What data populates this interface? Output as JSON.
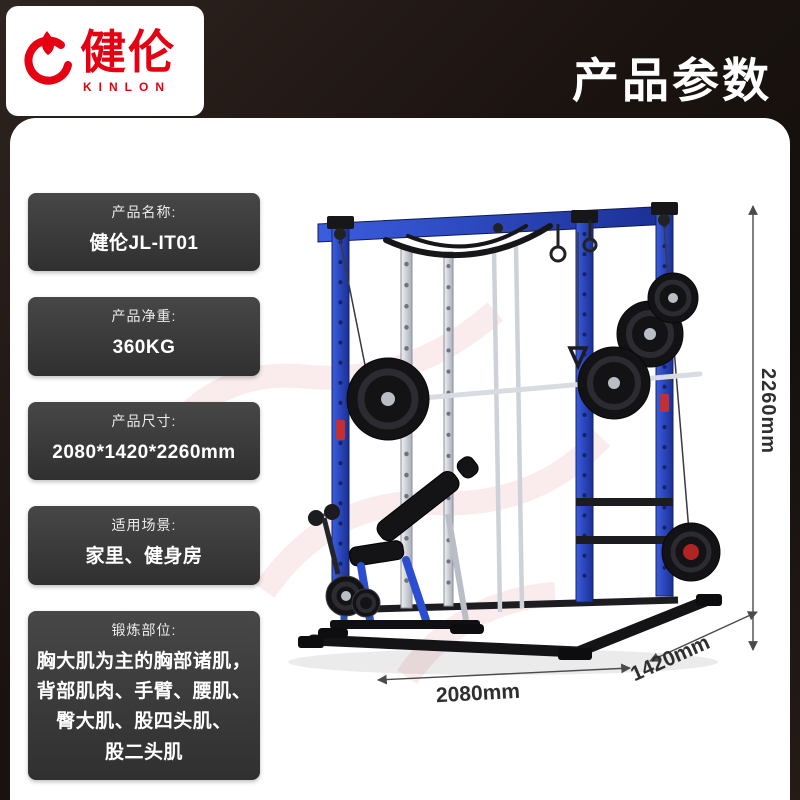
{
  "brand": {
    "name": "健伦",
    "subtitle": "KINLON"
  },
  "header": {
    "title": "产品参数"
  },
  "specs": [
    {
      "label": "产品名称:",
      "value": "健伦JL-IT01"
    },
    {
      "label": "产品净重:",
      "value": "360KG"
    },
    {
      "label": "产品尺寸:",
      "value": "2080*1420*2260mm"
    },
    {
      "label": "适用场景:",
      "value": "家里、健身房"
    },
    {
      "label": "锻炼部位:",
      "value": "胸大肌为主的胸部诸肌，\n背部肌肉、手臂、腰肌、\n臀大肌、股四头肌、\n股二头肌"
    }
  ],
  "dimensions": {
    "height": "2260mm",
    "depth": "2080mm",
    "width": "1420mm"
  },
  "colors": {
    "brand_red": "#e60012",
    "machine_blue": "#2347c5",
    "spec_box_bg": "#3a3a3a",
    "page_bg": "#1a120f",
    "card_bg": "#ffffff",
    "dimension_text": "#2f2f2f"
  }
}
